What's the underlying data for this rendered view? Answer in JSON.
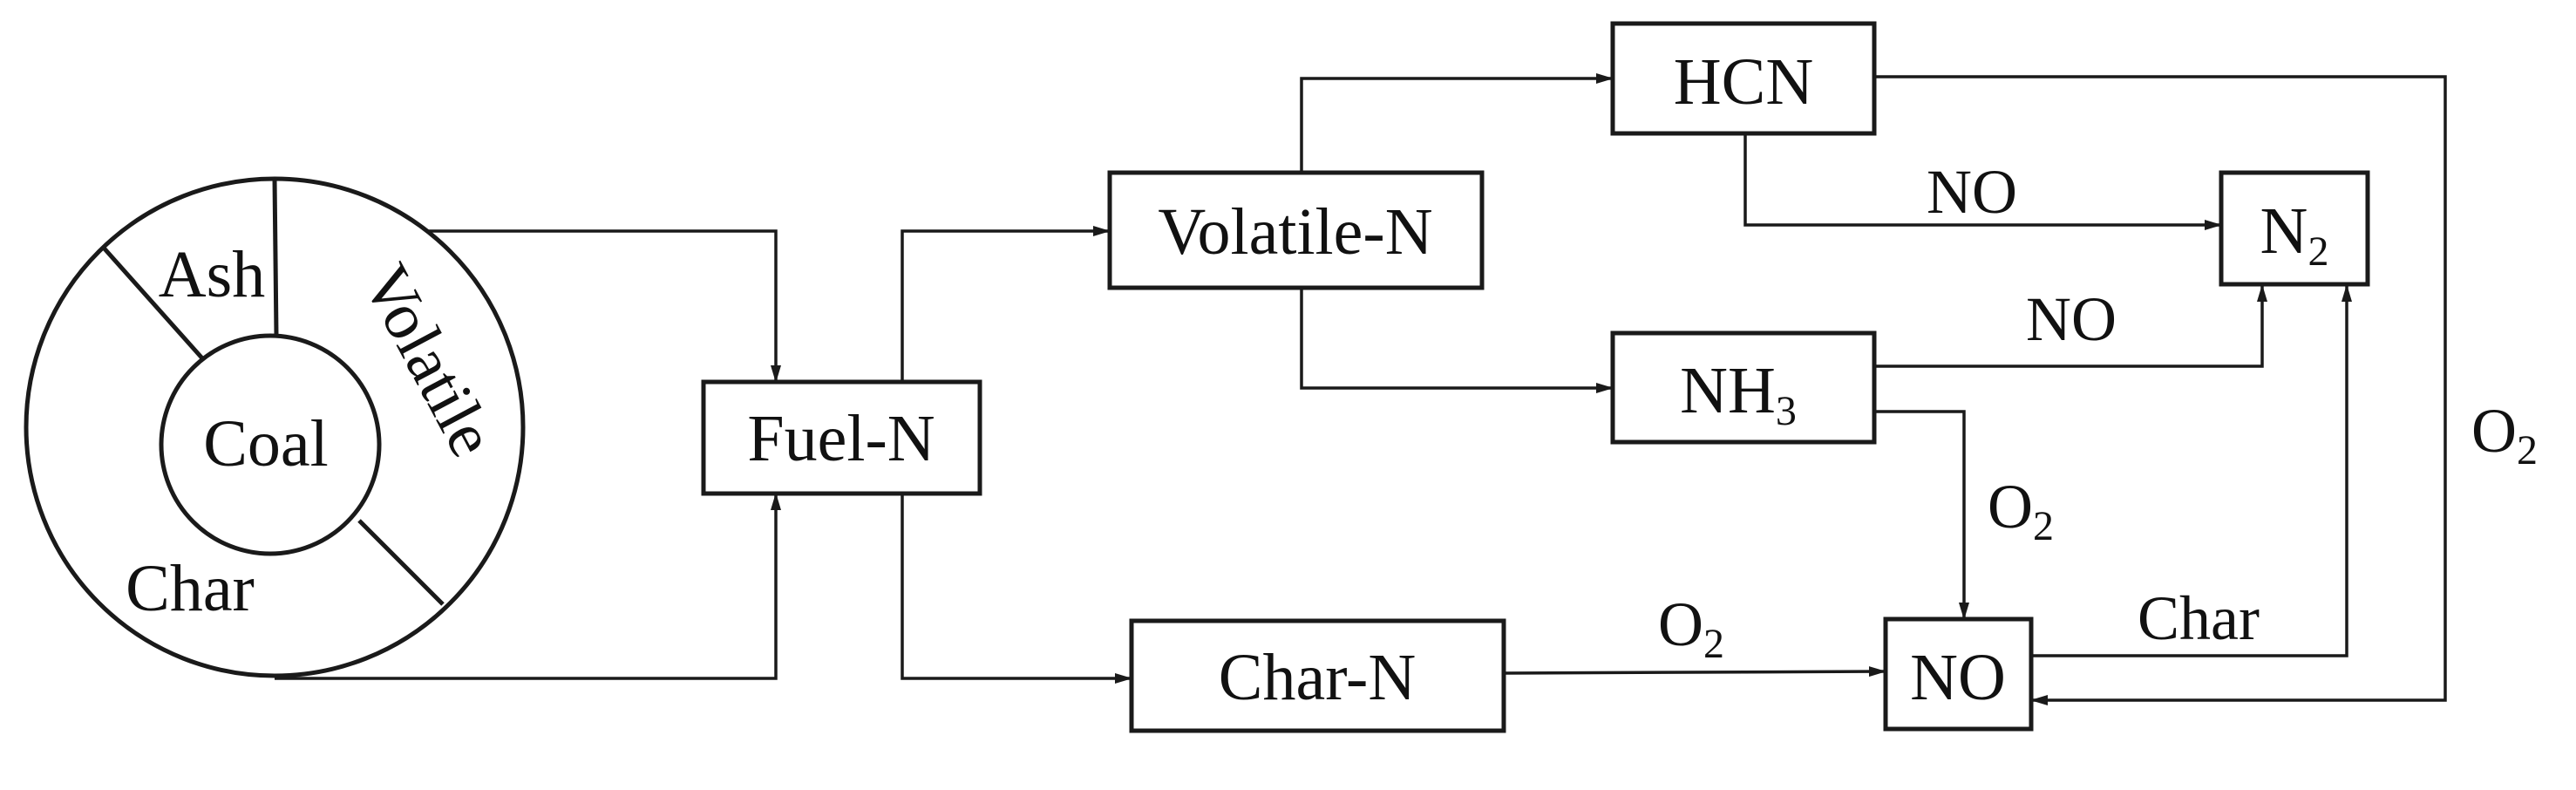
{
  "coal_particle": {
    "center": "Coal",
    "ash": "Ash",
    "volatile": "Volatile",
    "char": "Char"
  },
  "nodes": {
    "fuel_n": "Fuel-N",
    "volatile_n": "Volatile-N",
    "char_n": "Char-N",
    "hcn": "HCN",
    "nh3": {
      "base": "NH",
      "sub": "3"
    },
    "n2": {
      "base": "N",
      "sub": "2"
    },
    "no": "NO"
  },
  "edge_labels": {
    "hcn_to_n2": "NO",
    "nh3_to_n2": "NO",
    "nh3_to_no": {
      "base": "O",
      "sub": "2"
    },
    "charn_to_no": {
      "base": "O",
      "sub": "2"
    },
    "no_to_n2": "Char",
    "hcn_to_no": {
      "base": "O",
      "sub": "2"
    }
  }
}
